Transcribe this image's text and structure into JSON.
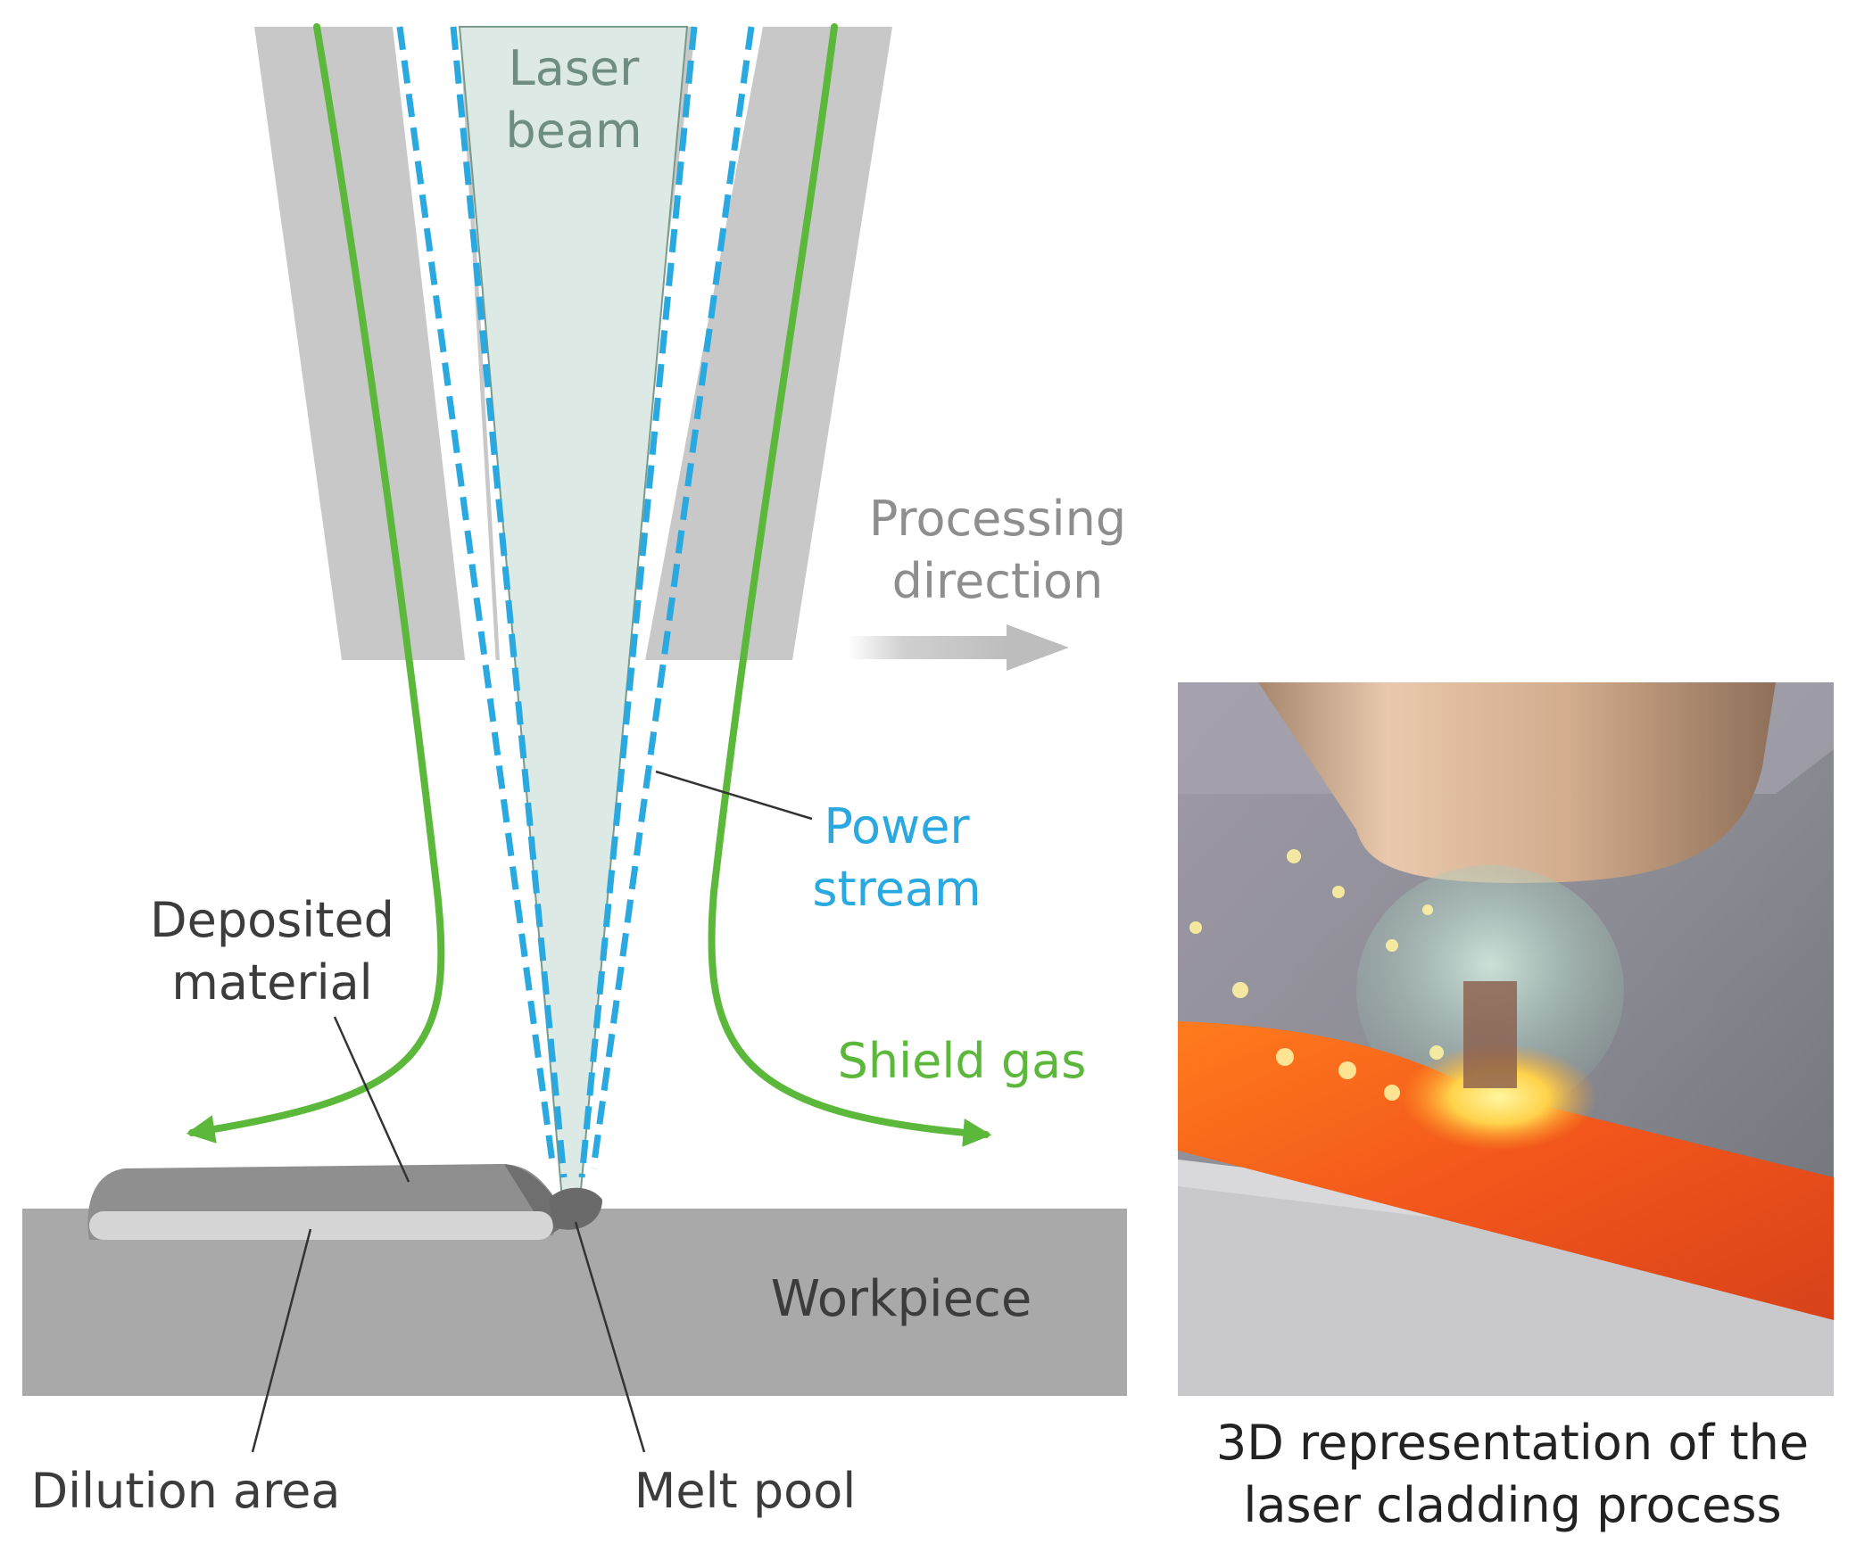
{
  "labels": {
    "laser_beam": [
      "Laser",
      "beam"
    ],
    "processing_direction": [
      "Processing",
      "direction"
    ],
    "power_stream": [
      "Power",
      "stream"
    ],
    "deposited_material": [
      "Deposited",
      "material"
    ],
    "shield_gas": "Shield gas",
    "workpiece": "Workpiece",
    "dilution_area": "Dilution area",
    "melt_pool": "Melt pool",
    "caption": [
      "3D representation of the",
      "laser cladding process"
    ]
  },
  "colors": {
    "nozzle": "#c8c8c8",
    "beam_fill": "#dde9e4",
    "beam_text": "#6f8d80",
    "shield_gas": "#5cb83a",
    "powder_stream": "#2aa8e0",
    "workpiece": "#a9a9a9",
    "deposited": "#8f8f8f",
    "dilution": "#d6d6d6",
    "melt_pool": "#6a6a6a",
    "label_dark": "#3c3c3c",
    "label_grey": "#8e8e8e",
    "arrow_grey": "#c4c4c4"
  }
}
